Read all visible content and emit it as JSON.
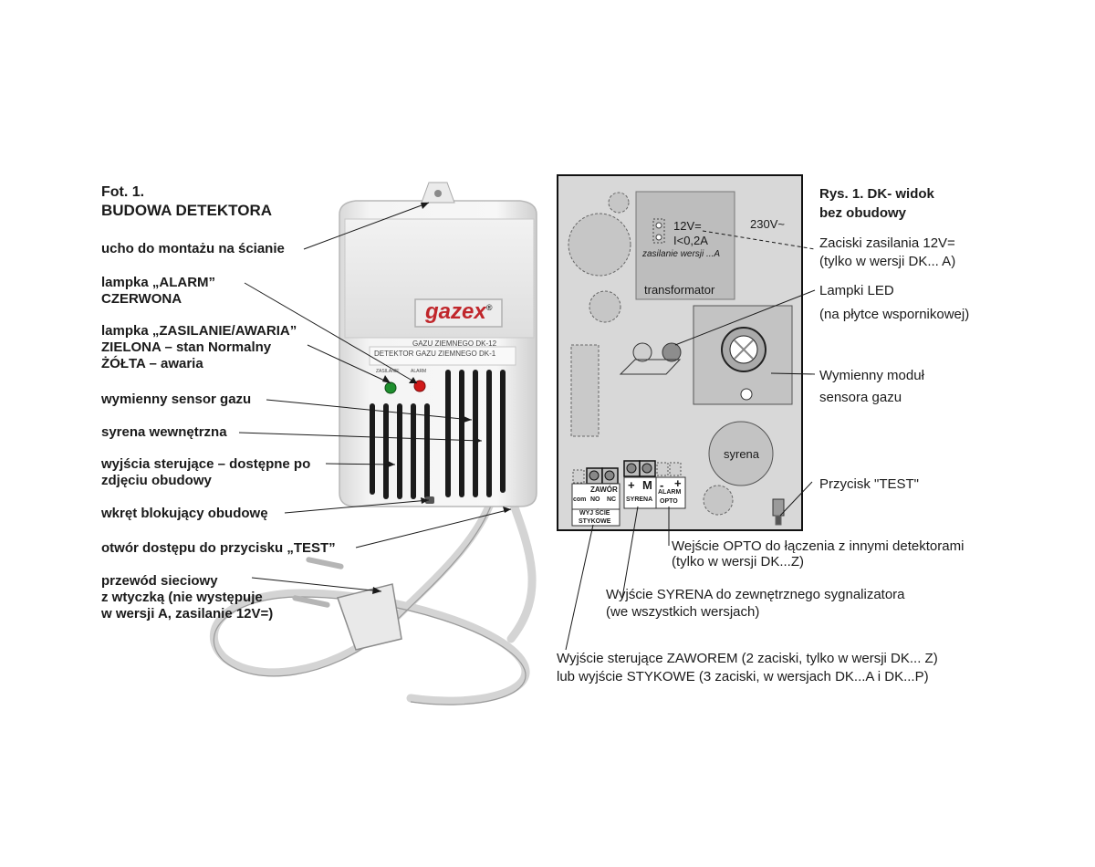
{
  "left": {
    "title_line1": "Fot. 1.",
    "title_line2": "BUDOWA DETEKTORA",
    "labels": [
      {
        "lines": [
          "ucho do montażu na ścianie"
        ]
      },
      {
        "lines": [
          "lampka „ALARM”",
          "  CZERWONA"
        ]
      },
      {
        "lines": [
          "lampka „ZASILANIE/AWARIA”",
          "  ZIELONA  – stan Normalny",
          "  ŻÓŁTA – awaria"
        ]
      },
      {
        "lines": [
          "wymienny sensor gazu"
        ]
      },
      {
        "lines": [
          "syrena wewnętrzna"
        ]
      },
      {
        "lines": [
          "wyjścia sterujące – dostępne po",
          "zdjęciu obudowy"
        ]
      },
      {
        "lines": [
          "wkręt blokujący obudowę"
        ]
      },
      {
        "lines": [
          "otwór dostępu do przycisku „TEST”"
        ]
      },
      {
        "lines": [
          "przewód sieciowy",
          "z wtyczką (nie występuje",
          "w wersji A, zasilanie 12V=)"
        ]
      }
    ],
    "device": {
      "brand": "gazex",
      "registered": "®",
      "model_line1": "GAZU ZIEMNEGO DK-12",
      "model_line2": "DETEKTOR GAZU ZIEMNEGO DK-1",
      "led_label_green": "ZASILANIE",
      "led_label_red": "ALARM",
      "led_green_color": "#1e8f2e",
      "led_red_color": "#d11a1a"
    }
  },
  "right": {
    "title_line1": "Rys. 1. DK- widok",
    "title_line2": "bez obudowy",
    "board": {
      "v12": "12V=",
      "current": "I<0,2A",
      "supply_note": "zasilanie wersji ...A",
      "v230": "230V~",
      "transformer": "transformator",
      "siren": "syrena",
      "term_plus": "+",
      "term_m": "M",
      "term_minus": "-",
      "term_plus2": "+",
      "label_zawor": "ZAWÓR",
      "label_no": "NO",
      "label_nc": "NC",
      "label_com": "com",
      "label_syrena": "SYRENA",
      "label_alarm": "ALARM",
      "label_opto": "OPTO",
      "label_wyjscie": "WYJ ŚCIE",
      "label_stykowe": "STYKOWE"
    },
    "callouts": {
      "zaciski_line1": "Zaciski zasilania 12V=",
      "zaciski_line2": "(tylko w wersji DK... A)",
      "lampki_line1": "Lampki LED",
      "lampki_line2": "(na płytce wspornikowej)",
      "modul_line1": "Wymienny moduł",
      "modul_line2": "sensora gazu",
      "test": "Przycisk \"TEST\"",
      "opto_line1": "Wejście OPTO do łączenia z innymi detektorami",
      "opto_line2": "(tylko w wersji DK...Z)",
      "syrena_line1": "Wyjście SYRENA do zewnętrznego sygnalizatora",
      "syrena_line2": "(we wszystkich wersjach)",
      "zawor_line1": "Wyjście sterujące ZAWOREM (2 zaciski, tylko w wersji DK... Z)",
      "zawor_line2": "lub wyjście STYKOWE (3 zaciski, w wersjach DK...A i DK...P)"
    }
  }
}
